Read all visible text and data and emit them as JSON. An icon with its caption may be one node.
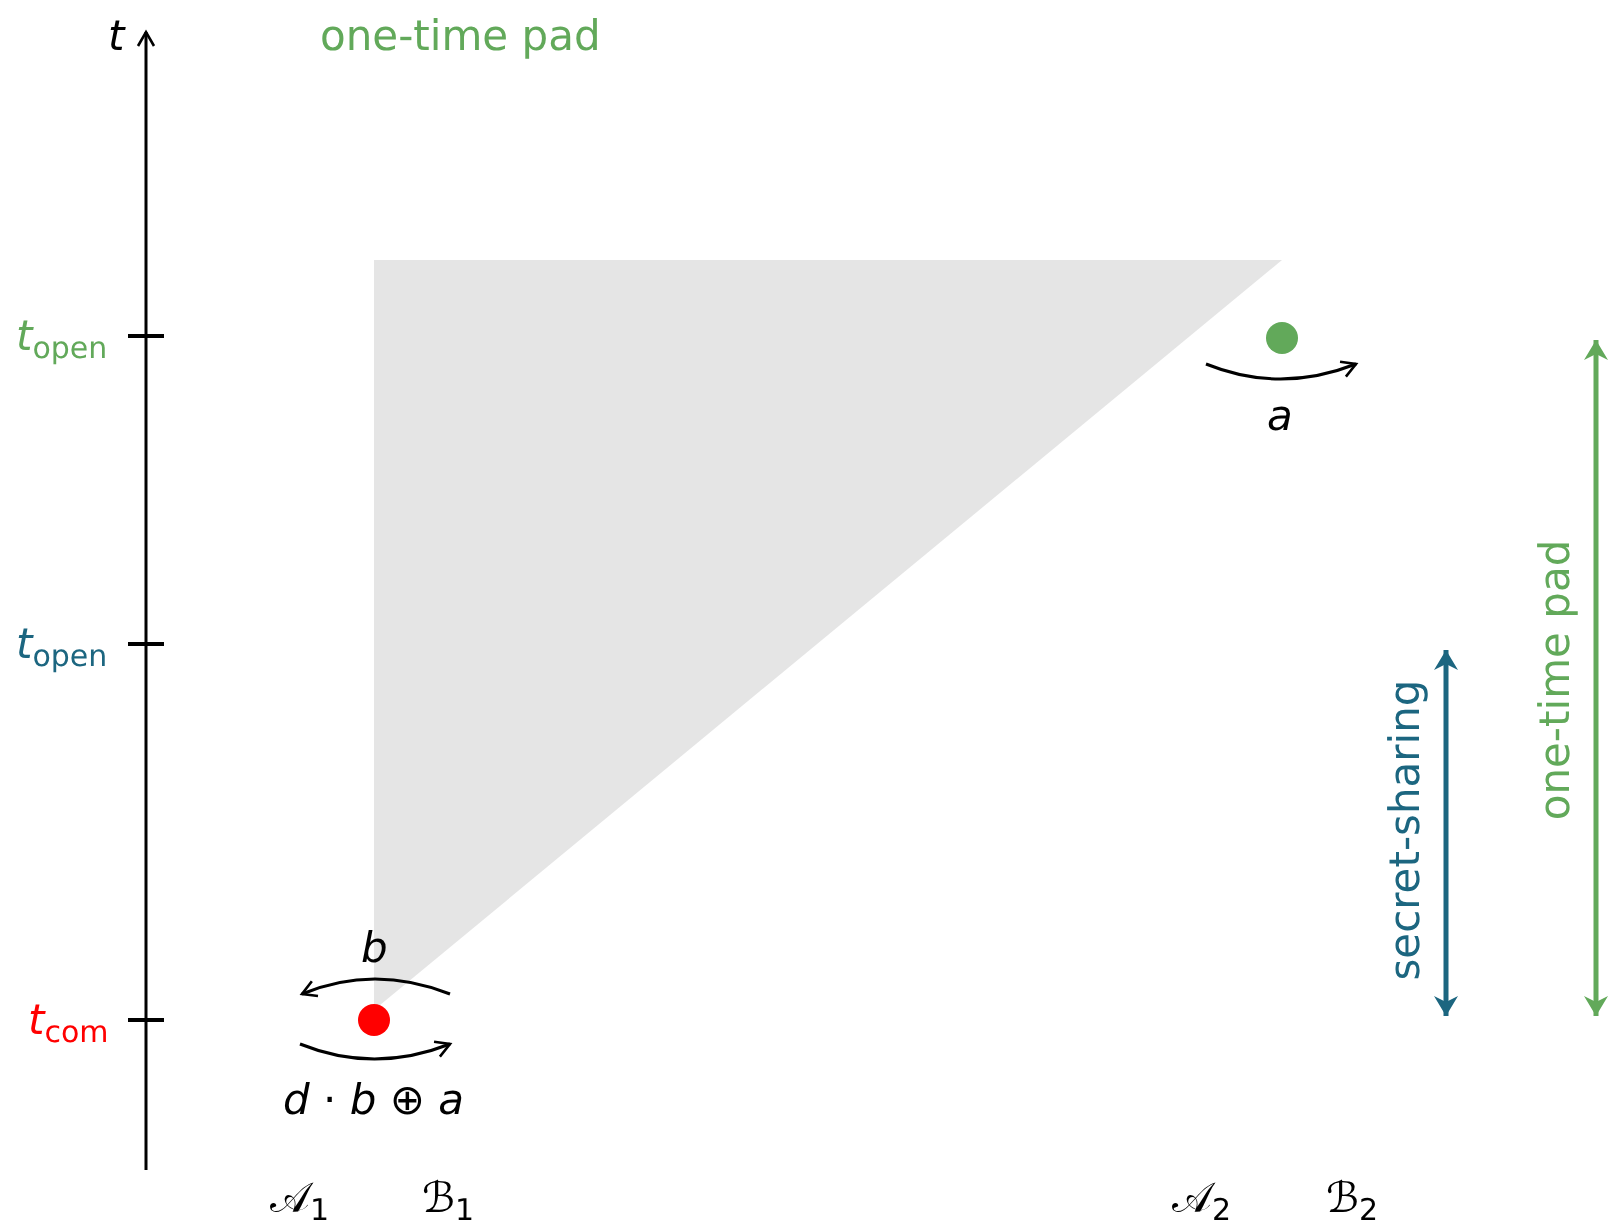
{
  "diagram": {
    "nodes": [
      {
        "text": [],
        "shape": "circle"
      },
      {
        "text": [],
        "shape": "circle"
      }
    ],
    "labels": [
      "t",
      "one-time pad",
      "*t*$_{open}$",
      "*a*",
      "*t*$_{open}$",
      "one-time pad",
      "secret-sharing",
      "*b*",
      "*t*$_{com}$",
      "*d* · *b* ⊕ *a*",
      "𝒜$_{1}$",
      "ℬ$_{1}$",
      "𝒜$_{2}$",
      "ℬ$_{2}$"
    ]
  }
}
